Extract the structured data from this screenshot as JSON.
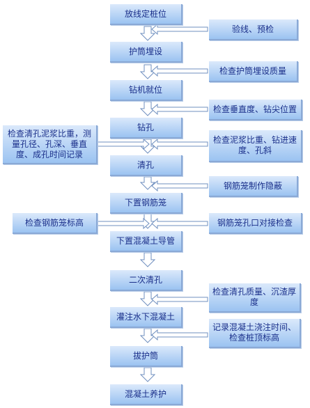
{
  "steps": [
    "放线定桩位",
    "护筒埋设",
    "钻机就位",
    "钻孔",
    "清孔",
    "下置钢筋笼",
    "下置混凝土导管",
    "二次清孔",
    "灌注水下混凝土",
    "拔护筒",
    "混凝土养护"
  ],
  "right_checks": [
    "验线、预检",
    "检查护筒埋设质量",
    "检查垂直度、钻尖位置",
    "检查泥浆比重、钻进速度、孔斜",
    "钢筋笼制作隐蔽",
    "钢筋笼孔口对接检查",
    "检查清孔质量、沉渣厚度",
    "记录混凝土浇注时间、检查桩顶标高"
  ],
  "left_checks": [
    "检查清孔泥浆比重，测量孔径、孔深、垂直度、成孔时间记录",
    "检查钢筋笼标高"
  ],
  "colors": {
    "box_top": "#dbe9fb",
    "box_bottom": "#9bc3f1",
    "text": "#1a2f8a",
    "line": "#6f8fbf"
  }
}
